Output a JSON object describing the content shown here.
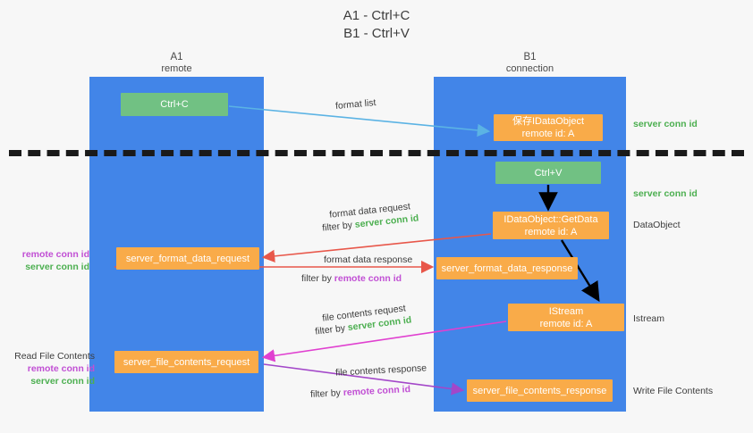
{
  "title": {
    "line1": "A1 - Ctrl+C",
    "line2": "B1 - Ctrl+V"
  },
  "columns": [
    {
      "name": "A1",
      "sub": "remote"
    },
    {
      "name": "B1",
      "sub": "connection"
    }
  ],
  "boxes": {
    "ctrl_c": "Ctrl+C",
    "save_idataobject": {
      "line1": "保存IDataObject",
      "line2": "remote id: A"
    },
    "ctrl_v": "Ctrl+V",
    "getdata": {
      "line1": "IDataObject::GetData",
      "line2": "remote id: A"
    },
    "istream": {
      "line1": "IStream",
      "line2": "remote id: A"
    },
    "format_data_request": "server_format_data_request",
    "format_data_response": "server_format_data_response",
    "file_contents_request": "server_file_contents_request",
    "file_contents_response": "server_file_contents_response"
  },
  "edge_labels": {
    "format_list": "format list",
    "format_data_request": "format data request",
    "format_data_request_filter_prefix": "filter by ",
    "format_data_request_filter_key": "server conn id",
    "format_data_response": "format data response",
    "format_data_response_filter_prefix": "filter by ",
    "format_data_response_filter_key": "remote conn id",
    "file_contents_request": "file contents request",
    "file_contents_request_filter_prefix": "filter by ",
    "file_contents_request_filter_key": "server conn id",
    "file_contents_response": "file contents response",
    "file_contents_response_filter_prefix": "filter by ",
    "file_contents_response_filter_key": "remote conn id"
  },
  "annotations": {
    "right": [
      {
        "text": "server conn id",
        "style": "green"
      },
      {
        "text": "server conn id",
        "style": "green"
      },
      {
        "text": "DataObject",
        "style": "plain"
      },
      {
        "text": "Istream",
        "style": "plain"
      },
      {
        "text": "Write File Contents",
        "style": "plain"
      }
    ],
    "left_group_1": {
      "remote": "remote conn id",
      "server": "server conn id"
    },
    "left_group_2": {
      "heading": "Read File Contents",
      "remote": "remote conn id",
      "server": "server conn id"
    }
  },
  "colors": {
    "lane": "#4285e8",
    "green_box": "#71c183",
    "orange_box": "#f9ab49",
    "green_text": "#4caf50",
    "magenta_text": "#c14fd4",
    "arrow_blue": "#5bb3e4",
    "arrow_red": "#e8574a",
    "arrow_magenta": "#e040d0",
    "arrow_purple": "#a347c9",
    "arrow_black": "#000000",
    "divider": "#1a1a1a",
    "background": "#f7f7f7"
  }
}
